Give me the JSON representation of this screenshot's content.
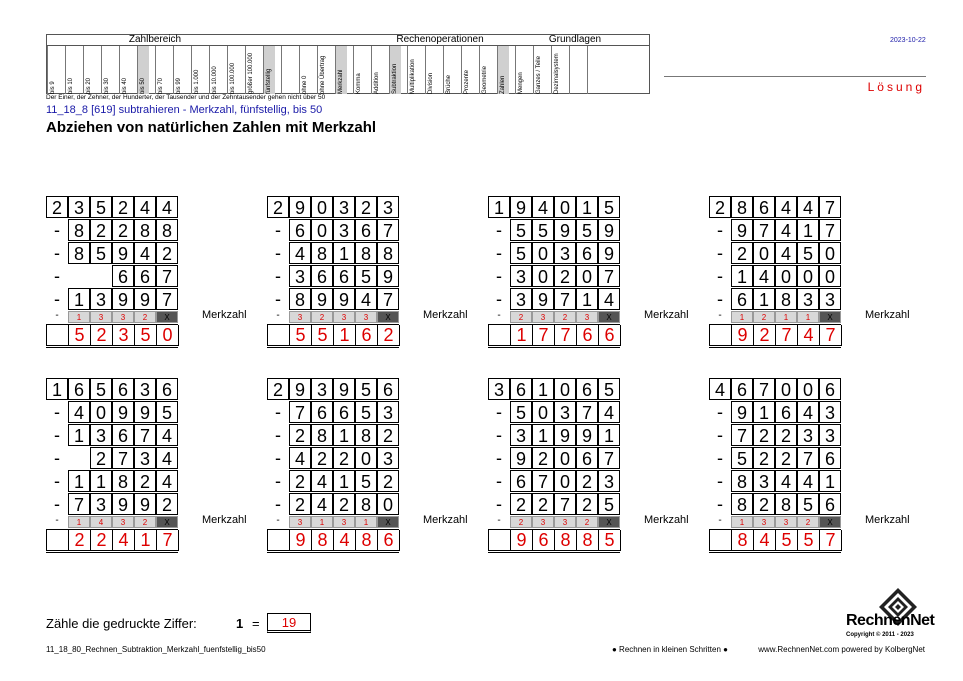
{
  "header": {
    "groups": [
      "Zahlbereich",
      "Rechenoperationen",
      "Grundlagen"
    ],
    "zahlbereich_cols": [
      {
        "top": "9",
        "bis": "bis",
        "hl": false
      },
      {
        "top": "10",
        "bis": "bis",
        "hl": false
      },
      {
        "top": "20",
        "bis": "bis",
        "hl": false
      },
      {
        "top": "30",
        "bis": "bis",
        "hl": false
      },
      {
        "top": "40",
        "bis": "bis",
        "hl": false
      },
      {
        "top": "50",
        "bis": "bis",
        "hl": true
      },
      {
        "top": "70",
        "bis": "bis",
        "hl": false
      },
      {
        "top": "99",
        "bis": "bis",
        "hl": false
      },
      {
        "top": "1.000",
        "bis": "bis",
        "hl": false
      },
      {
        "top": "10.000",
        "bis": "bis",
        "hl": false
      },
      {
        "top": "100.000",
        "bis": "bis",
        "hl": false
      },
      {
        "top": "größer 100.000",
        "bis": "",
        "hl": false
      }
    ],
    "extra_cols": [
      {
        "label": "fünfstellig",
        "hl": true
      },
      {
        "label": "",
        "hl": false
      },
      {
        "label": "ohne 0",
        "hl": false
      },
      {
        "label": "ohne Übertrag",
        "hl": false
      },
      {
        "label": "Merkzahl",
        "hl": true
      },
      {
        "label": "Komma",
        "hl": false
      }
    ],
    "ops_cols": [
      {
        "label": "Addition",
        "hl": false
      },
      {
        "label": "Subtraktion",
        "hl": true
      },
      {
        "label": "Multiplikation",
        "hl": false
      },
      {
        "label": "Division",
        "hl": false
      },
      {
        "label": "Brüche",
        "hl": false
      },
      {
        "label": "Prozente",
        "hl": false
      }
    ],
    "grund_cols": [
      {
        "label": "Geometrie",
        "hl": false
      },
      {
        "label": "Zahlen",
        "hl": true
      },
      {
        "label": "Mengen",
        "hl": false
      },
      {
        "label": "Ganzes / Teile",
        "hl": false
      },
      {
        "label": "Dezimalsystem",
        "hl": false
      },
      {
        "label": "",
        "hl": false
      },
      {
        "label": "",
        "hl": false
      }
    ],
    "note": "Der Einer, der Zehner, der Hunderter, der Tausender und der Zehntausender gehen nicht über 50",
    "subtitle": "11_18_8   [619]   subtrahieren - Merkzahl, fünfstellig, bis 50",
    "title": "Abziehen von natürlichen Zahlen mit Merkzahl",
    "date": "2023-10-22",
    "solution_label": "Lösung"
  },
  "merkzahl_label": "Merkzahl",
  "problems": [
    {
      "minuend": "235244",
      "subtrahends": [
        "82288",
        "85942",
        "667",
        "13997"
      ],
      "carries": [
        "1",
        "3",
        "3",
        "2",
        "X"
      ],
      "result": "52350"
    },
    {
      "minuend": "290323",
      "subtrahends": [
        "60367",
        "48188",
        "36659",
        "89947"
      ],
      "carries": [
        "3",
        "2",
        "3",
        "3",
        "X"
      ],
      "result": "55162"
    },
    {
      "minuend": "194015",
      "subtrahends": [
        "55959",
        "50369",
        "30207",
        "39714"
      ],
      "carries": [
        "2",
        "3",
        "2",
        "3",
        "X"
      ],
      "result": "17766"
    },
    {
      "minuend": "286447",
      "subtrahends": [
        "97417",
        "20450",
        "14000",
        "61833"
      ],
      "carries": [
        "1",
        "2",
        "1",
        "1",
        "X"
      ],
      "result": "92747"
    },
    {
      "minuend": "165636",
      "subtrahends": [
        "40995",
        "13674",
        "2734",
        "11824",
        "73992"
      ],
      "carries": [
        "1",
        "4",
        "3",
        "2",
        "X"
      ],
      "result": "22417"
    },
    {
      "minuend": "293956",
      "subtrahends": [
        "76653",
        "28182",
        "42203",
        "24152",
        "24280"
      ],
      "carries": [
        "3",
        "1",
        "3",
        "1",
        "X"
      ],
      "result": "98486"
    },
    {
      "minuend": "361065",
      "subtrahends": [
        "50374",
        "31991",
        "92067",
        "67023",
        "22725"
      ],
      "carries": [
        "2",
        "3",
        "3",
        "2",
        "X"
      ],
      "result": "96885"
    },
    {
      "minuend": "467006",
      "subtrahends": [
        "91643",
        "72233",
        "52276",
        "83441",
        "82856"
      ],
      "carries": [
        "1",
        "3",
        "3",
        "2",
        "X"
      ],
      "result": "84557"
    }
  ],
  "count": {
    "label": "Zähle die gedruckte Ziffer:",
    "digit": "1",
    "eq": "=",
    "value": "19"
  },
  "footer": {
    "file": "11_18_80_Rechnen_Subtraktion_Merkzahl_fuenfstellig_bis50",
    "middle": "● Rechnen in kleinen Schritten ●",
    "right": "www.RechnenNet.com powered by KolbergNet",
    "brand": "RechnenNet",
    "copyright": "Copyright © 2011 - 2023"
  }
}
